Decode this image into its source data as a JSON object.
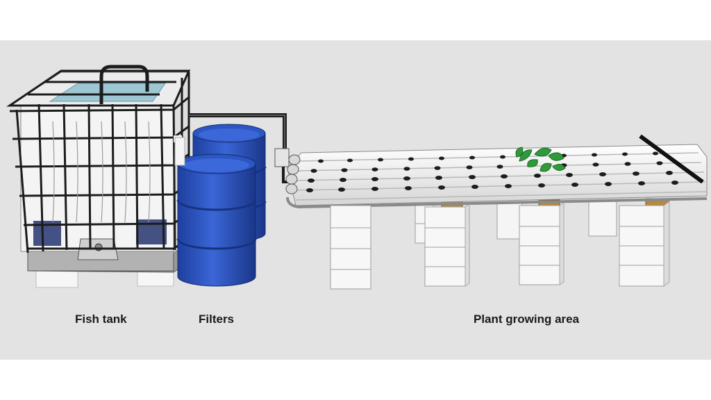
{
  "labels": {
    "fish_tank": "Fish tank",
    "filters": "Filters",
    "plant_area": "Plant growing area"
  },
  "colors": {
    "background": "#e3e3e3",
    "frame": "#1c1c1c",
    "tank_body": "#f4f4f4",
    "water": "#9cc7d3",
    "barrel": "#2d57c6",
    "barrel_dark": "#1d3f9c",
    "pipe": "#f7f7f7",
    "plant": "#2f9a3a"
  }
}
